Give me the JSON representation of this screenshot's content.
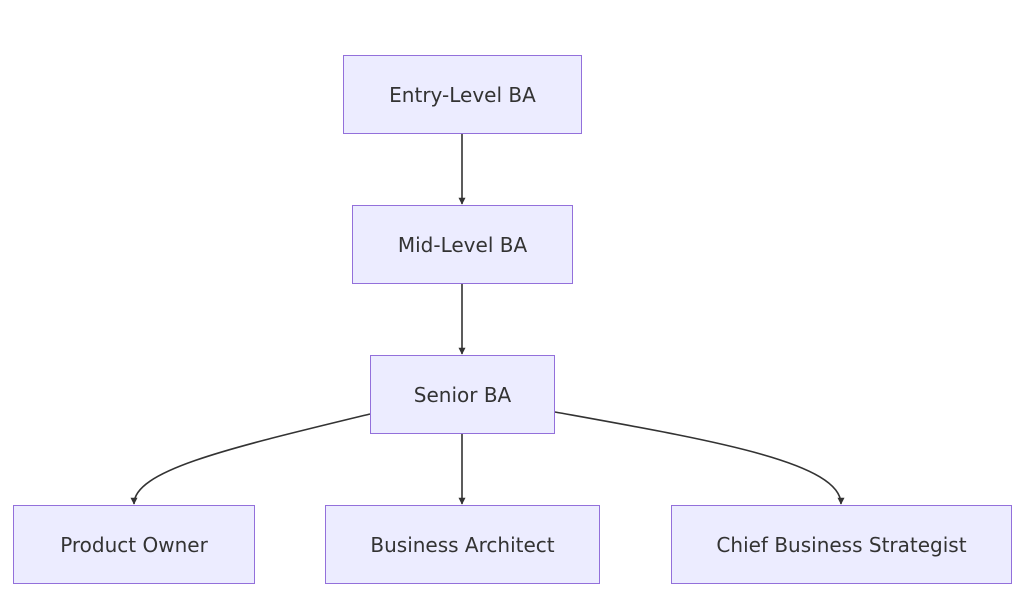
{
  "diagram": {
    "type": "flowchart",
    "direction": "top-down",
    "nodes": [
      {
        "id": "entry",
        "label": "Entry-Level BA"
      },
      {
        "id": "mid",
        "label": "Mid-Level BA"
      },
      {
        "id": "senior",
        "label": "Senior BA"
      },
      {
        "id": "po",
        "label": "Product Owner"
      },
      {
        "id": "arch",
        "label": "Business Architect"
      },
      {
        "id": "chief",
        "label": "Chief Business Strategist"
      }
    ],
    "edges": [
      {
        "from": "entry",
        "to": "mid"
      },
      {
        "from": "mid",
        "to": "senior"
      },
      {
        "from": "senior",
        "to": "po"
      },
      {
        "from": "senior",
        "to": "arch"
      },
      {
        "from": "senior",
        "to": "chief"
      }
    ]
  },
  "colors": {
    "node_fill": "#ECECFF",
    "node_border": "#9370DB",
    "edge": "#333333",
    "text": "#333333",
    "background": "#FFFFFF"
  }
}
